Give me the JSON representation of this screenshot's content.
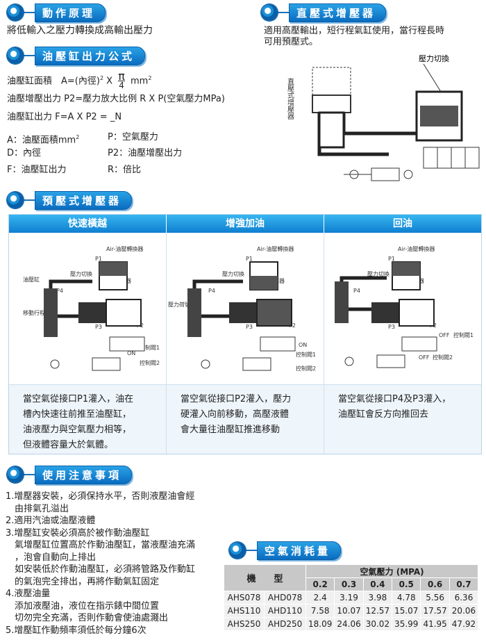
{
  "sections": {
    "principle": "動作原理",
    "direct": "直壓式增壓器",
    "formula": "油壓缸出力公式",
    "pre": "預壓式增壓器",
    "usage": "使用注意事項",
    "air": "空氣消耗量"
  },
  "principle_text": "將低輸入之壓力轉換成高輸出壓力",
  "direct_text": [
    "適用高壓輸出，短行程氣缸使用，當行程長時",
    "可用預壓式。"
  ],
  "direct_labels": {
    "switch": "壓力切換",
    "vertical": "直壓式增壓器"
  },
  "formula": {
    "area_a": "油壓缸面積　A=(內徑)",
    "area_b": "X",
    "area_pi": "π",
    "area_4": "4",
    "area_unit": "mm",
    "p2": "油壓增壓出力 P2=壓力放大比例 R X P(空氣壓力MPa)",
    "f": "油壓缸出力 F=A X P2 = _N",
    "legend": [
      [
        "A：油壓面積mm",
        "P：空氣壓力"
      ],
      [
        "D：內徑",
        "P2：油壓增壓出力"
      ],
      [
        "F：油壓缸出力",
        "R：倍比"
      ]
    ]
  },
  "panel": {
    "tabs": [
      "快速橫越",
      "增強加油",
      "回油"
    ],
    "descriptions": [
      "當空氣從接口P1灌入，油在\n槽內快速往前推至油壓缸，\n油液壓力與空氣壓力相等，\n但液體容量大於氣體。",
      "當空氣從接口P2灌入，壓力\n硬灌入向前移動，高壓液體\n會大量往油壓缸推進移動",
      "當空氣從接口P4及P3灌入，\n油壓缸會反方向推回去"
    ],
    "diagram_labels": {
      "air": "Air-油壓轉換器",
      "p1": "P1",
      "p2": "P2",
      "p3": "P3",
      "p4": "P4",
      "cyl": "油壓缸",
      "switch": "壓力切換",
      "booster": "增壓器",
      "stroke": "移動行程",
      "hold": "壓力荷號",
      "on": "ON",
      "off": "OFF",
      "v1": "控制閥1",
      "v2": "控制閥2"
    }
  },
  "usage": [
    "1.增壓器安裝，必須保持水平，否則液壓油會經",
    "　由排氣孔溢出",
    "2.適用汽油或油壓液體",
    "3.增壓缸安裝必須高於被作動油壓缸",
    "　氣增壓缸位置高於作動油壓缸，當液壓油充滿",
    "　，泡會自動向上排出",
    "　如安裝低於作動油壓缸，必須將管路及作動缸",
    "　的氣泡完全排出，再將作動氣缸固定",
    "4.液壓油量",
    "　添加液壓油，液位在指示錶中間位置",
    "　切勿完全充滿，否則作動會使油處濺出",
    "5.增壓缸作動頻率須低於每分鐘6次"
  ],
  "air_table": {
    "model_header": "機　　型",
    "pressure_header": "空氣壓力 (MPA)",
    "pressures": [
      "0.2",
      "0.3",
      "0.4",
      "0.5",
      "0.6",
      "0.7"
    ],
    "rows": [
      {
        "m1": "AHS078",
        "m2": "AHD078",
        "v": [
          "2.4",
          "3.19",
          "3.98",
          "4.78",
          "5.56",
          "6.36"
        ]
      },
      {
        "m1": "AHS110",
        "m2": "AHD110",
        "v": [
          "7.58",
          "10.07",
          "12.57",
          "15.07",
          "17.57",
          "20.06"
        ]
      },
      {
        "m1": "AHS250",
        "m2": "AHD250",
        "v": [
          "18.09",
          "24.06",
          "30.02",
          "35.99",
          "41.95",
          "47.92"
        ]
      }
    ]
  }
}
